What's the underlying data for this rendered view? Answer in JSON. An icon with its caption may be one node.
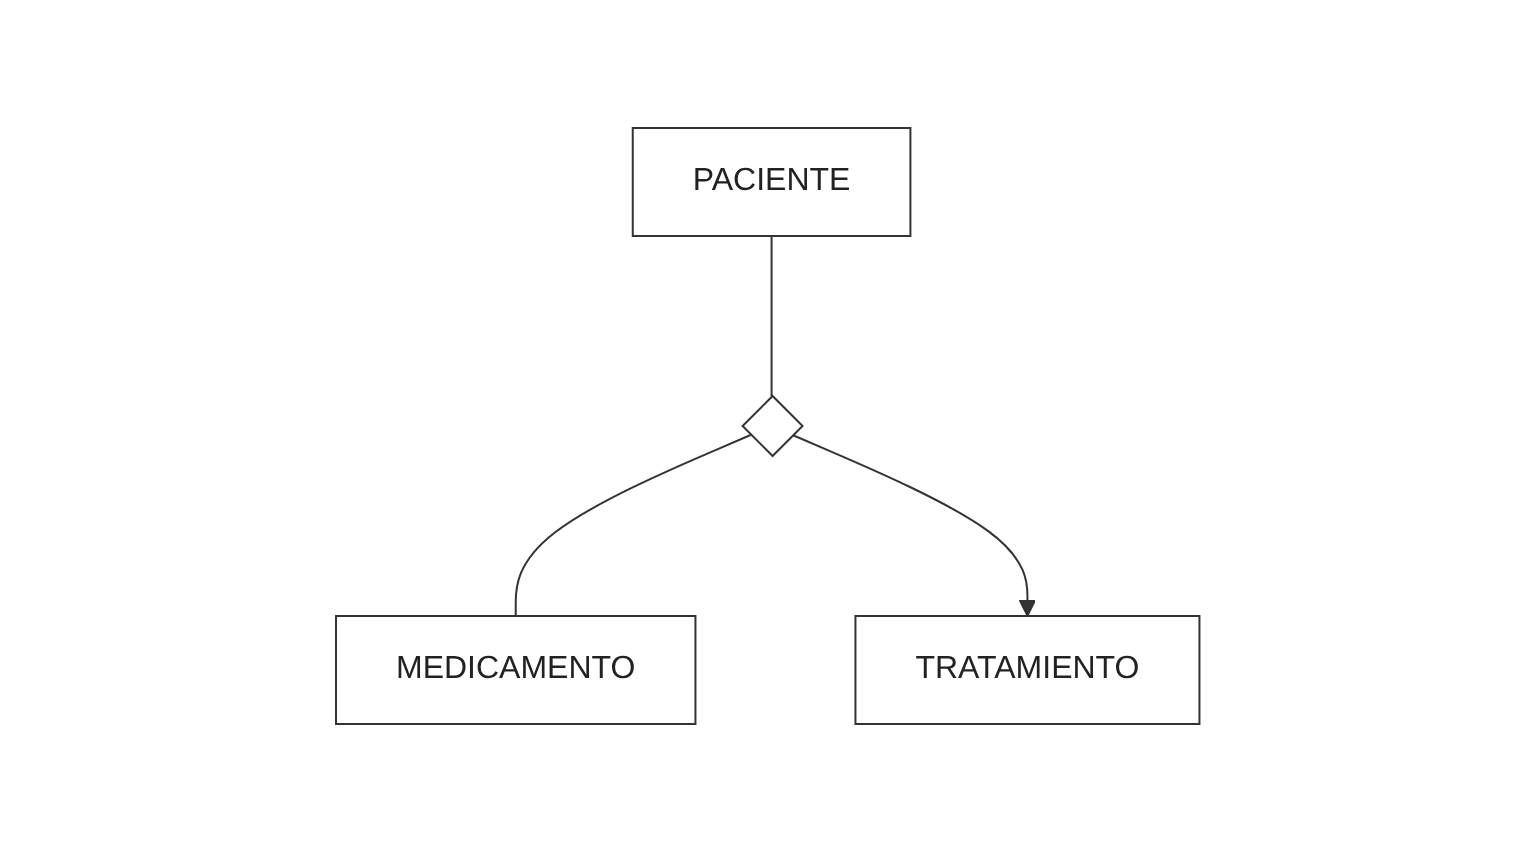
{
  "diagram": {
    "nodes": [
      {
        "text": [
          "PACIENTE"
        ]
      },
      {
        "text": [],
        "shape": "diamond"
      },
      {
        "text": [
          "MEDICAMENTO"
        ]
      },
      {
        "text": [
          "TRATAMIENTO"
        ]
      }
    ],
    "edges": [
      {
        "from": 0,
        "to": 1,
        "arrow": "none"
      },
      {
        "from": 1,
        "to": 2,
        "arrow": "none"
      },
      {
        "from": 1,
        "to": 3,
        "arrow": "to"
      }
    ]
  }
}
